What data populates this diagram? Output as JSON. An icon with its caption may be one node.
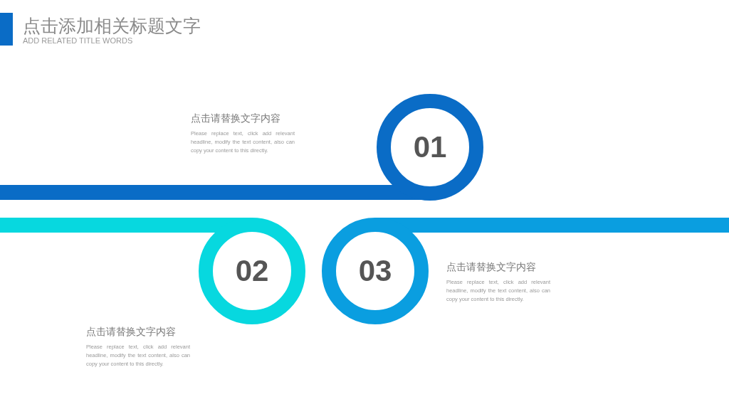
{
  "diagram": {
    "title": "点击添加相关标题文字",
    "nodes": [
      {
        "text": [
          "01"
        ],
        "beside": [
          "点击请替换文字内容",
          "Please replace text, click add relevant headline, modify the text content, also can copy your content to this directly."
        ]
      },
      {
        "text": [
          "02"
        ],
        "beside": [
          "点击请替换文字内容",
          "Please replace text, click add relevant headline, modify the text content, also can copy your content to this directly."
        ]
      },
      {
        "text": [
          "03"
        ],
        "beside": [
          "点击请替换文字内容",
          "Please replace text, click add relevant headline, modify the text content, also can copy your content to this directly."
        ]
      }
    ],
    "labels": [
      "ADD RELATED TITLE WORDS"
    ]
  }
}
